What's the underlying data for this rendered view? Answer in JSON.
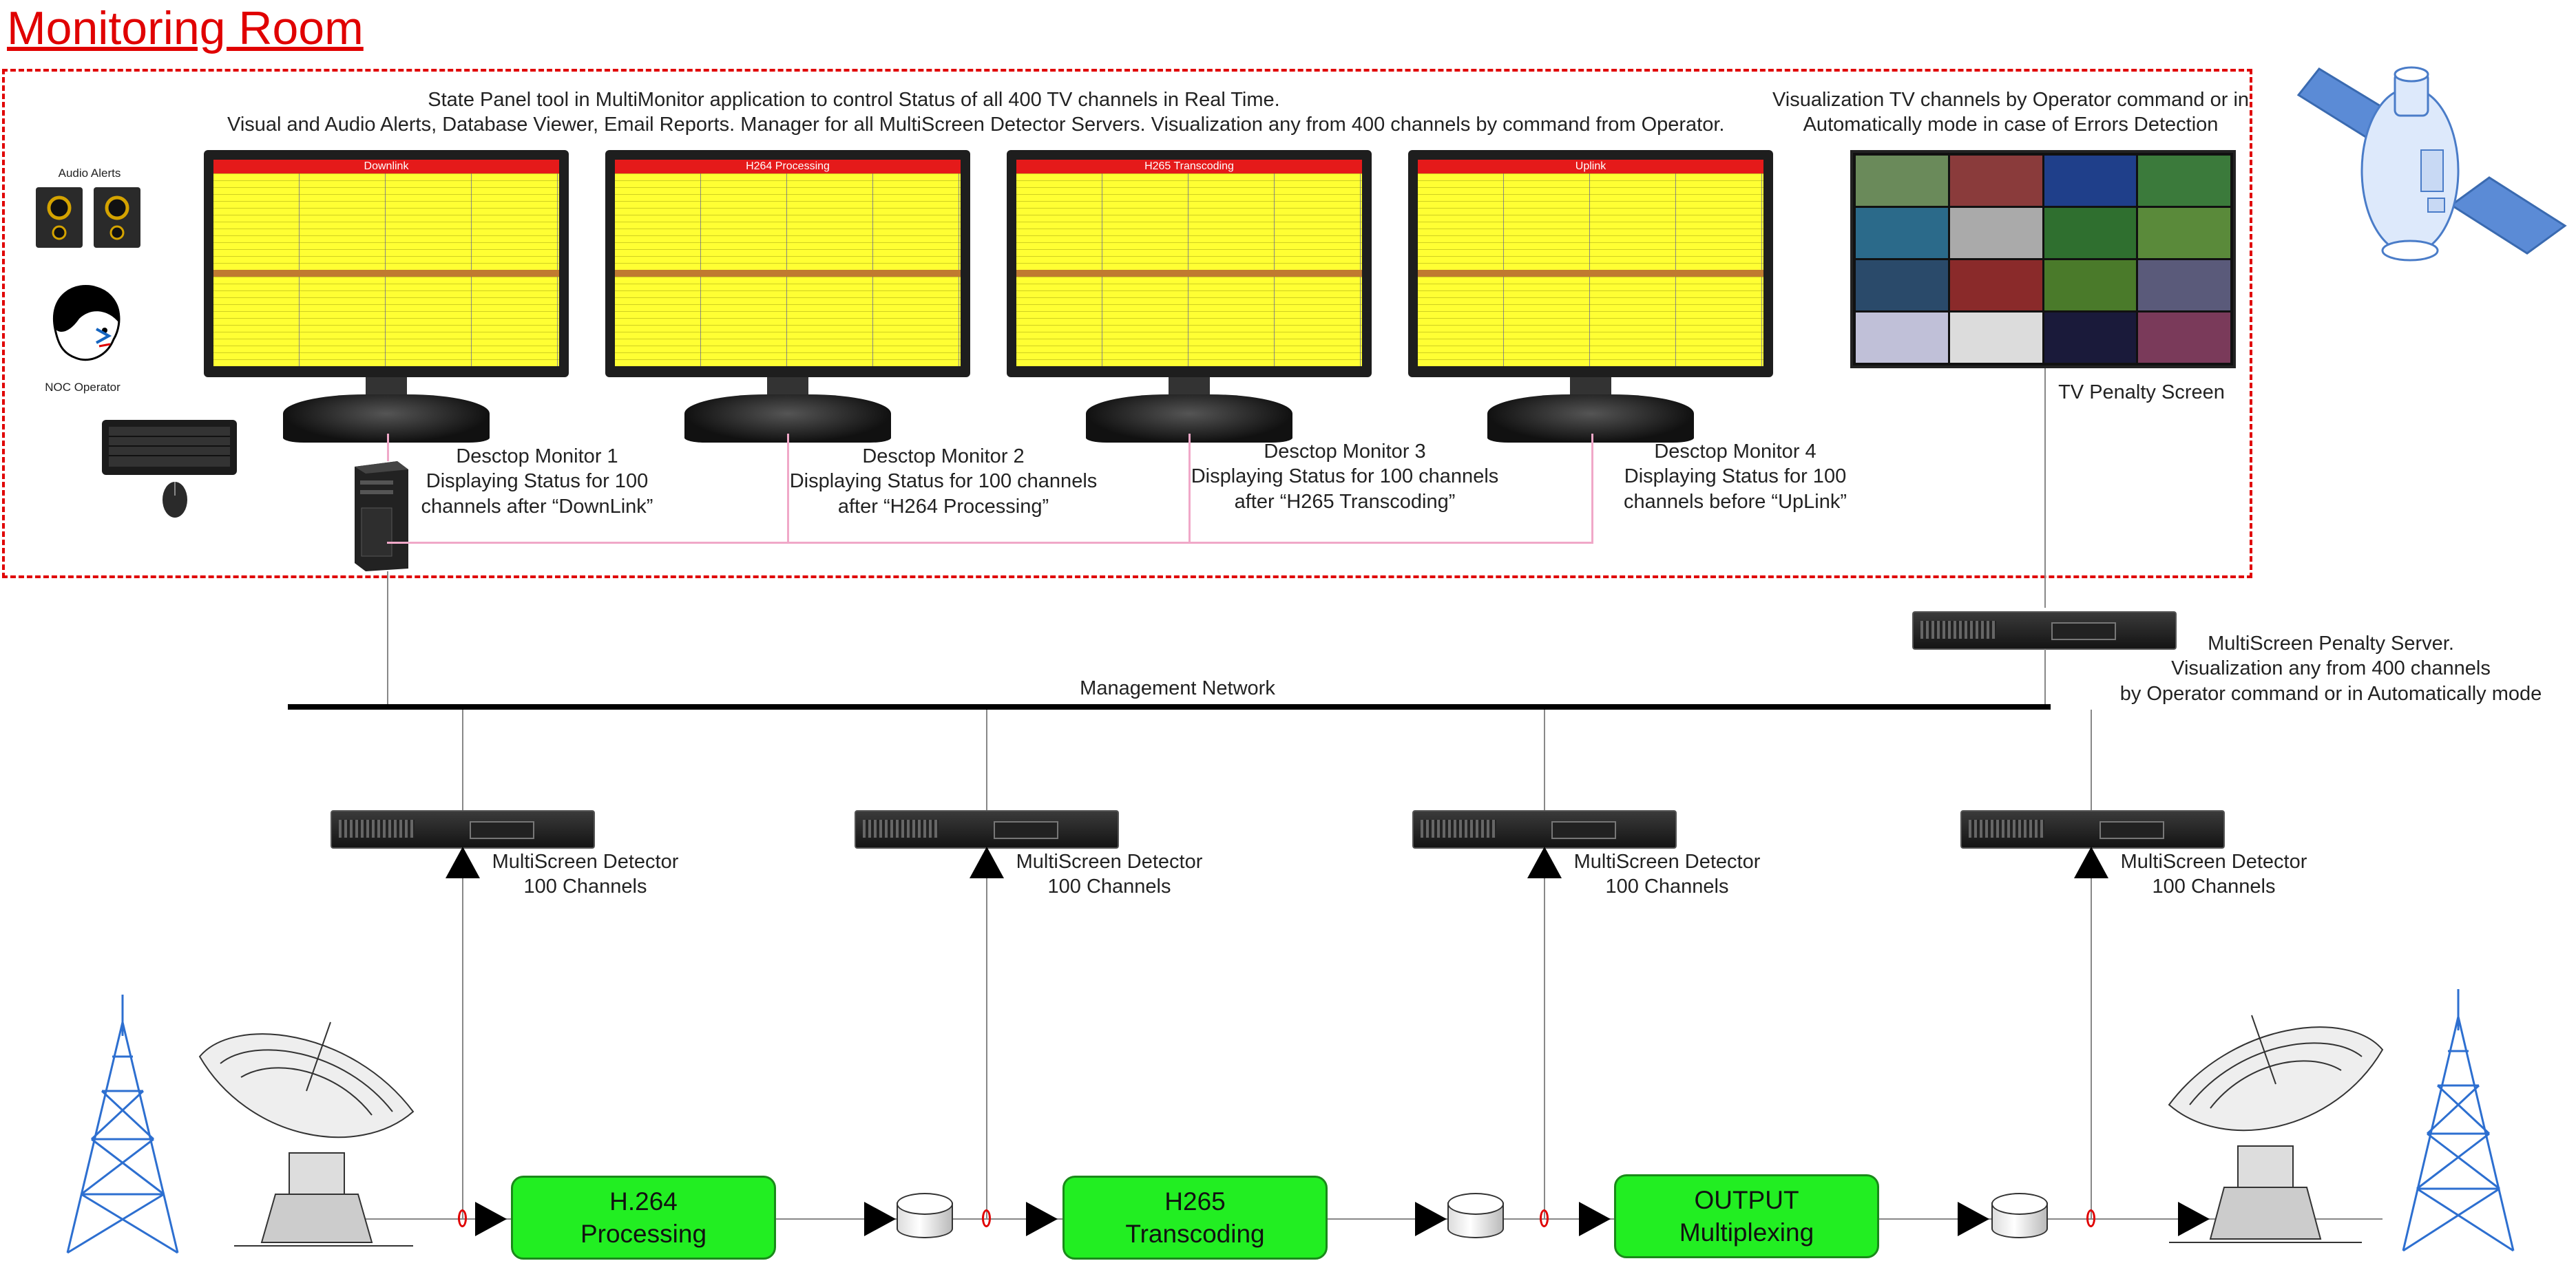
{
  "title": "Monitoring Room",
  "top_description": {
    "line1": "State Panel tool in MultiMonitor application to control Status of all 400 TV channels in Real Time.",
    "line2": "Visual and Audio Alerts, Database Viewer, Email Reports. Manager for all MultiScreen Detector Servers. Visualization any from 400 channels by command from Operator."
  },
  "tv_description": {
    "line1": "Visualization TV channels by Operator command or in",
    "line2": "Automatically mode in case of Errors Detection"
  },
  "operator": {
    "audio_alerts_label": "Audio Alerts",
    "noc_operator_label": "NOC Operator"
  },
  "monitors": [
    {
      "screen_title": "Downlink",
      "caption1": "Desctop Monitor 1",
      "caption2": "Displaying Status for 100",
      "caption3": "channels after “DownLink”"
    },
    {
      "screen_title": "H264 Processing",
      "caption1": "Desctop Monitor 2",
      "caption2": "Displaying Status for 100 channels",
      "caption3": "after “H264 Processing”"
    },
    {
      "screen_title": "H265 Transcoding",
      "caption1": "Desctop Monitor 3",
      "caption2": "Displaying Status for 100 channels",
      "caption3": "after “H265 Transcoding”"
    },
    {
      "screen_title": "Uplink",
      "caption1": "Desctop Monitor 4",
      "caption2": "Displaying Status for 100",
      "caption3": "channels before “UpLink”"
    }
  ],
  "tv_penalty_screen_label": "TV Penalty Screen",
  "penalty_server": {
    "line1": "MultiScreen Penalty Server.",
    "line2": "Visualization any from 400 channels",
    "line3": "by Operator command or in Automatically mode"
  },
  "management_network_label": "Management Network",
  "detectors": [
    {
      "line1": "MultiScreen Detector",
      "line2": "100 Channels"
    },
    {
      "line1": "MultiScreen Detector",
      "line2": "100 Channels"
    },
    {
      "line1": "MultiScreen Detector",
      "line2": "100 Channels"
    },
    {
      "line1": "MultiScreen Detector",
      "line2": "100 Channels"
    }
  ],
  "processing_blocks": [
    {
      "line1": "H.264",
      "line2": "Processing"
    },
    {
      "line1": "H265",
      "line2": "Transcoding"
    },
    {
      "line1": "OUTPUT",
      "line2": "Multiplexing"
    }
  ],
  "colors": {
    "title_red": "#e00000",
    "process_green": "#22ee22",
    "screen_yellow": "#ffff33",
    "screen_header_red": "#e51a1a",
    "link_pink": "#f0a8c8"
  }
}
